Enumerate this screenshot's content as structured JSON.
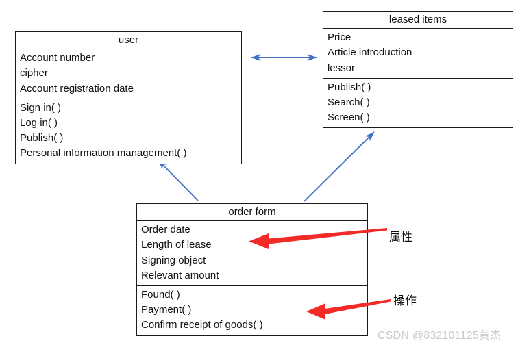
{
  "diagram": {
    "type": "uml-class-diagram",
    "classes": [
      {
        "id": "user",
        "name": "user",
        "attributes": [
          "Account number",
          "cipher",
          "Account registration date"
        ],
        "operations": [
          "Sign in( )",
          "Log in( )",
          "Publish( )",
          "Personal information management( )"
        ]
      },
      {
        "id": "leased-items",
        "name": "leased items",
        "attributes": [
          "Price",
          "Article introduction",
          "lessor"
        ],
        "operations": [
          "Publish( )",
          "Search( )",
          "Screen( )"
        ]
      },
      {
        "id": "order-form",
        "name": "order form",
        "attributes": [
          "Order date",
          "Length of lease",
          "Signing object",
          "Relevant amount"
        ],
        "operations": [
          "Found( )",
          "Payment( )",
          "Confirm receipt of goods( )"
        ]
      }
    ],
    "relations": [
      {
        "id": "user-leased",
        "from": "user",
        "to": "leased-items",
        "style": "double-arrow",
        "color": "#4472c4"
      },
      {
        "id": "order-user",
        "from": "order-form",
        "to": "user",
        "style": "single-arrow",
        "color": "#4472c4"
      },
      {
        "id": "order-leased",
        "from": "order-form",
        "to": "leased-items",
        "style": "single-arrow",
        "color": "#4472c4"
      }
    ],
    "annotations": [
      {
        "id": "attributes",
        "label": "属性",
        "points_to": "order-form attributes compartment",
        "color": "#f02020"
      },
      {
        "id": "operations",
        "label": "操作",
        "points_to": "order-form operations compartment",
        "color": "#f02020"
      }
    ],
    "watermark": "CSDN @832101125黄杰"
  }
}
